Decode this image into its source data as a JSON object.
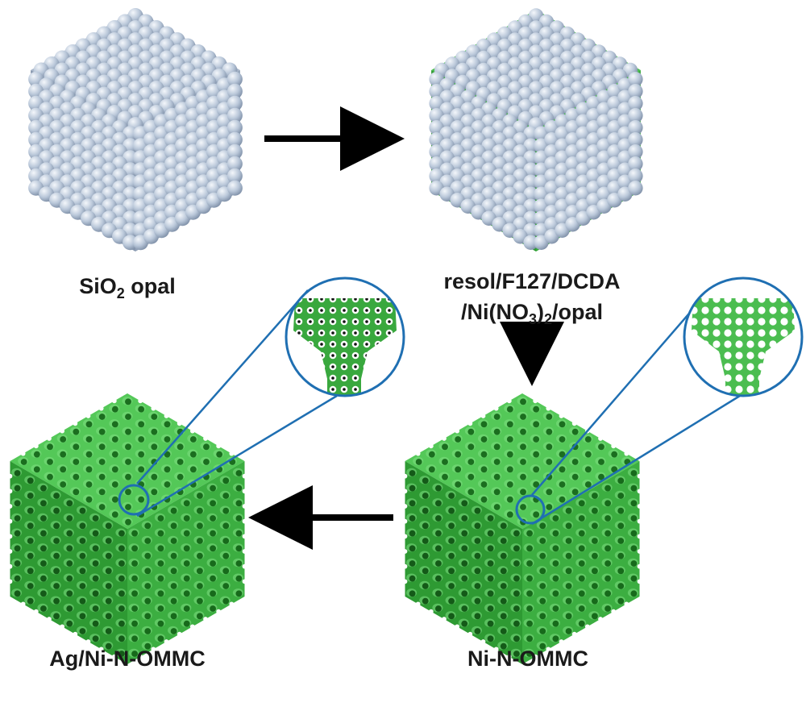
{
  "labels": {
    "opal_prefix": "SiO",
    "opal_sub": "2",
    "opal_suffix": " opal",
    "composite_line1": "resol/F127/DCDA",
    "composite_l2_a": "/Ni(NO",
    "composite_l2_sub1": "3",
    "composite_l2_b": ")",
    "composite_l2_sub2": "2",
    "composite_l2_c": "/opal",
    "ni_product": "Ni-N-OMMC",
    "ag_product": "Ag/Ni-N-OMMC"
  },
  "colors": {
    "silica_sphere": "#b8c6d8",
    "carbon_green": "#3cb043",
    "magnifier_ring": "#1f6fb2",
    "arrow": "#000000"
  }
}
